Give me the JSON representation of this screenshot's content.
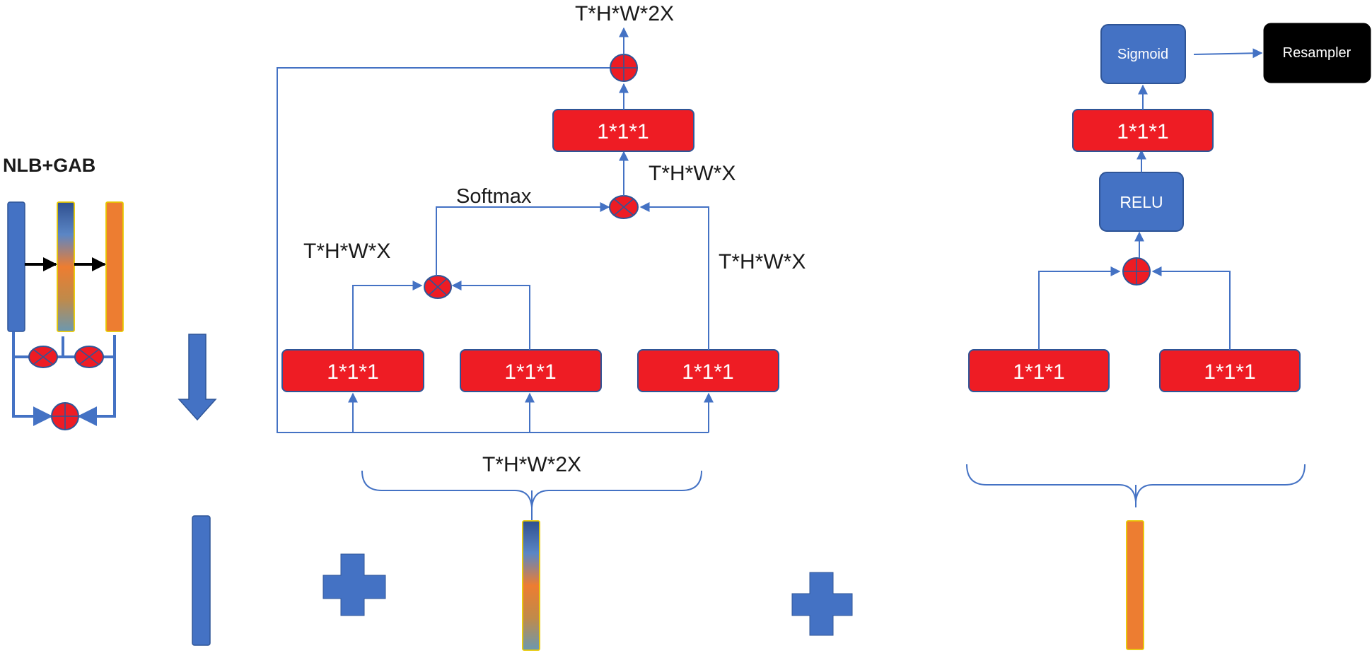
{
  "title": "NLB+GAB",
  "convs": [
    "1*1*1",
    "1*1*1",
    "1*1*1",
    "1*1*1",
    "1*1*1",
    "1*1*1",
    "1*1*1"
  ],
  "labels": {
    "top_output": "T*H*W*2X",
    "after_mult": "T*H*W*X",
    "softmax": "Softmax",
    "left_branch": "T*H*W*X",
    "right_branch": "T*H*W*X",
    "input_dims": "T*H*W*2X"
  },
  "gab": {
    "relu": "RELU",
    "sigmoid": "Sigmoid",
    "resampler": "Resampler"
  },
  "colors": {
    "conv_fill": "#ee1c24",
    "box_blue": "#4472c4",
    "orange": "#ed7d31",
    "black_box": "#000000"
  }
}
